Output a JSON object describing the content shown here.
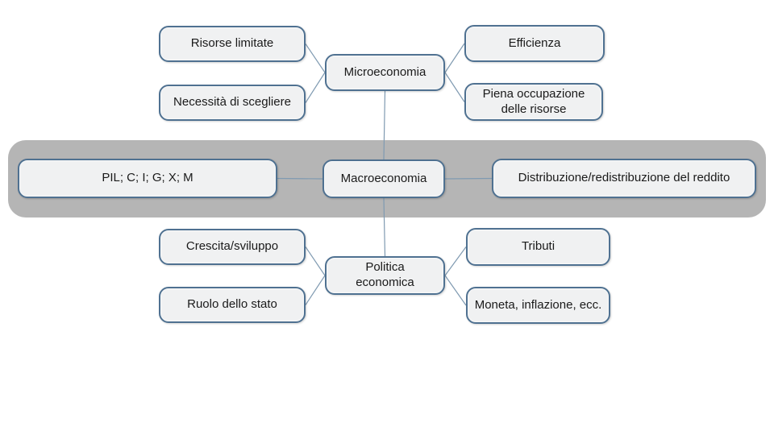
{
  "colors": {
    "box_border": "#4f7191",
    "box_fill": "#f0f1f2",
    "band_fill": "#b5b5b5",
    "connector": "#7f9ab1",
    "text": "#1a1a1a",
    "background": "#ffffff"
  },
  "nodes": {
    "risorse": {
      "label": "Risorse limitate"
    },
    "efficienza": {
      "label": "Efficienza"
    },
    "micro": {
      "label": "Microeconomia"
    },
    "necessita": {
      "label": "Necessità di scegliere"
    },
    "piena": {
      "label": "Piena occupazione delle risorse"
    },
    "pil": {
      "label": "PIL; C; I; G; X; M"
    },
    "macro": {
      "label": "Macroeconomia"
    },
    "distribuzione": {
      "label": "Distribuzione/redistribuzione del reddito"
    },
    "crescita": {
      "label": "Crescita/sviluppo"
    },
    "tributi": {
      "label": "Tributi"
    },
    "politica": {
      "label": "Politica economica"
    },
    "ruolo": {
      "label": "Ruolo dello stato"
    },
    "moneta": {
      "label": "Moneta, inflazione, ecc."
    }
  },
  "edges": [
    {
      "from": "risorse",
      "fromSide": "right",
      "to": "micro",
      "toSide": "left"
    },
    {
      "from": "necessita",
      "fromSide": "right",
      "to": "micro",
      "toSide": "left"
    },
    {
      "from": "micro",
      "fromSide": "right",
      "to": "efficienza",
      "toSide": "left"
    },
    {
      "from": "micro",
      "fromSide": "right",
      "to": "piena",
      "toSide": "left"
    },
    {
      "from": "micro",
      "fromSide": "bottom",
      "to": "macro",
      "toSide": "top"
    },
    {
      "from": "pil",
      "fromSide": "right",
      "to": "macro",
      "toSide": "left"
    },
    {
      "from": "macro",
      "fromSide": "right",
      "to": "distribuzione",
      "toSide": "left"
    },
    {
      "from": "macro",
      "fromSide": "bottom",
      "to": "politica",
      "toSide": "top"
    },
    {
      "from": "crescita",
      "fromSide": "right",
      "to": "politica",
      "toSide": "left"
    },
    {
      "from": "ruolo",
      "fromSide": "right",
      "to": "politica",
      "toSide": "left"
    },
    {
      "from": "politica",
      "fromSide": "right",
      "to": "tributi",
      "toSide": "left"
    },
    {
      "from": "politica",
      "fromSide": "right",
      "to": "moneta",
      "toSide": "left"
    }
  ]
}
